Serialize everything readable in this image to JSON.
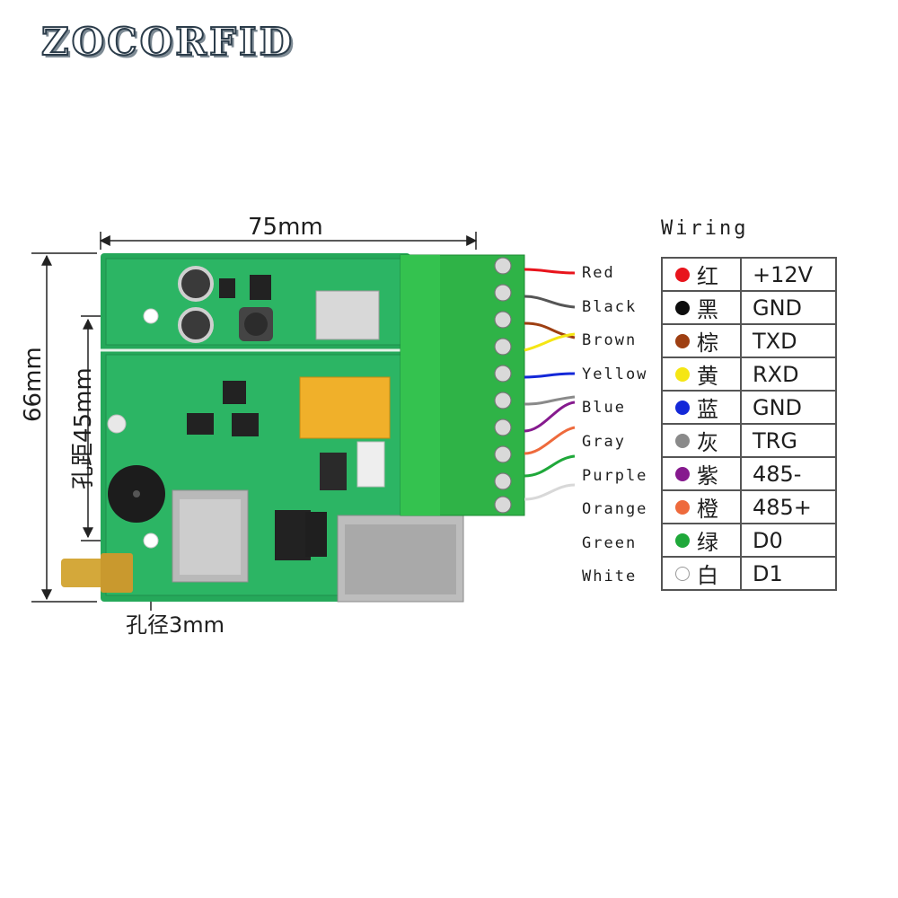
{
  "brand": "ZOCORFID",
  "dimensions": {
    "width_label": "75mm",
    "height_label": "66mm",
    "hole_pitch_label": "孔距45mm",
    "hole_diameter_label": "孔径3mm"
  },
  "wiring": {
    "title": "Wiring",
    "rows": [
      {
        "wire": "Red",
        "color": "#e8141c",
        "cn": "红",
        "signal": "+12V"
      },
      {
        "wire": "Black",
        "color": "#0d0d0d",
        "cn": "黑",
        "signal": "GND"
      },
      {
        "wire": "Brown",
        "color": "#9e3f12",
        "cn": "棕",
        "signal": "TXD"
      },
      {
        "wire": "Yellow",
        "color": "#f5e614",
        "cn": "黄",
        "signal": "RXD"
      },
      {
        "wire": "Blue",
        "color": "#1428d8",
        "cn": "蓝",
        "signal": "GND"
      },
      {
        "wire": "Gray",
        "color": "#8a8a8a",
        "cn": "灰",
        "signal": "TRG"
      },
      {
        "wire": "Purple",
        "color": "#861a8e",
        "cn": "紫",
        "signal": "485-"
      },
      {
        "wire": "Orange",
        "color": "#ee6a3c",
        "cn": "橙",
        "signal": "485+"
      },
      {
        "wire": "Green",
        "color": "#1fa83a",
        "cn": "绿",
        "signal": "D0"
      },
      {
        "wire": "White",
        "color": "#ffffff",
        "cn": "白",
        "signal": "D1"
      }
    ]
  },
  "icons": [
    "pcb-board",
    "terminal-block",
    "rj45-connector",
    "relay",
    "buzzer",
    "antenna-connector"
  ]
}
